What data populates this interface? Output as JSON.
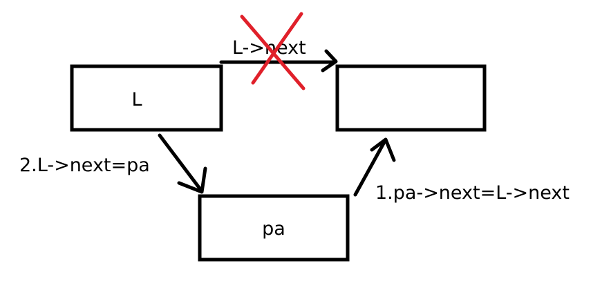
{
  "nodes": {
    "l": {
      "label": "L"
    },
    "target": {
      "label": ""
    },
    "pa": {
      "label": "pa"
    }
  },
  "edges": {
    "old_link": {
      "label": "L->next",
      "status": "removed"
    },
    "new_link": {
      "label": "2.L->next=pa"
    },
    "pa_link": {
      "label": "1.pa->next=L->next"
    }
  },
  "colors": {
    "stroke": "#000000",
    "cross": "#e0202a",
    "background": "#ffffff"
  }
}
